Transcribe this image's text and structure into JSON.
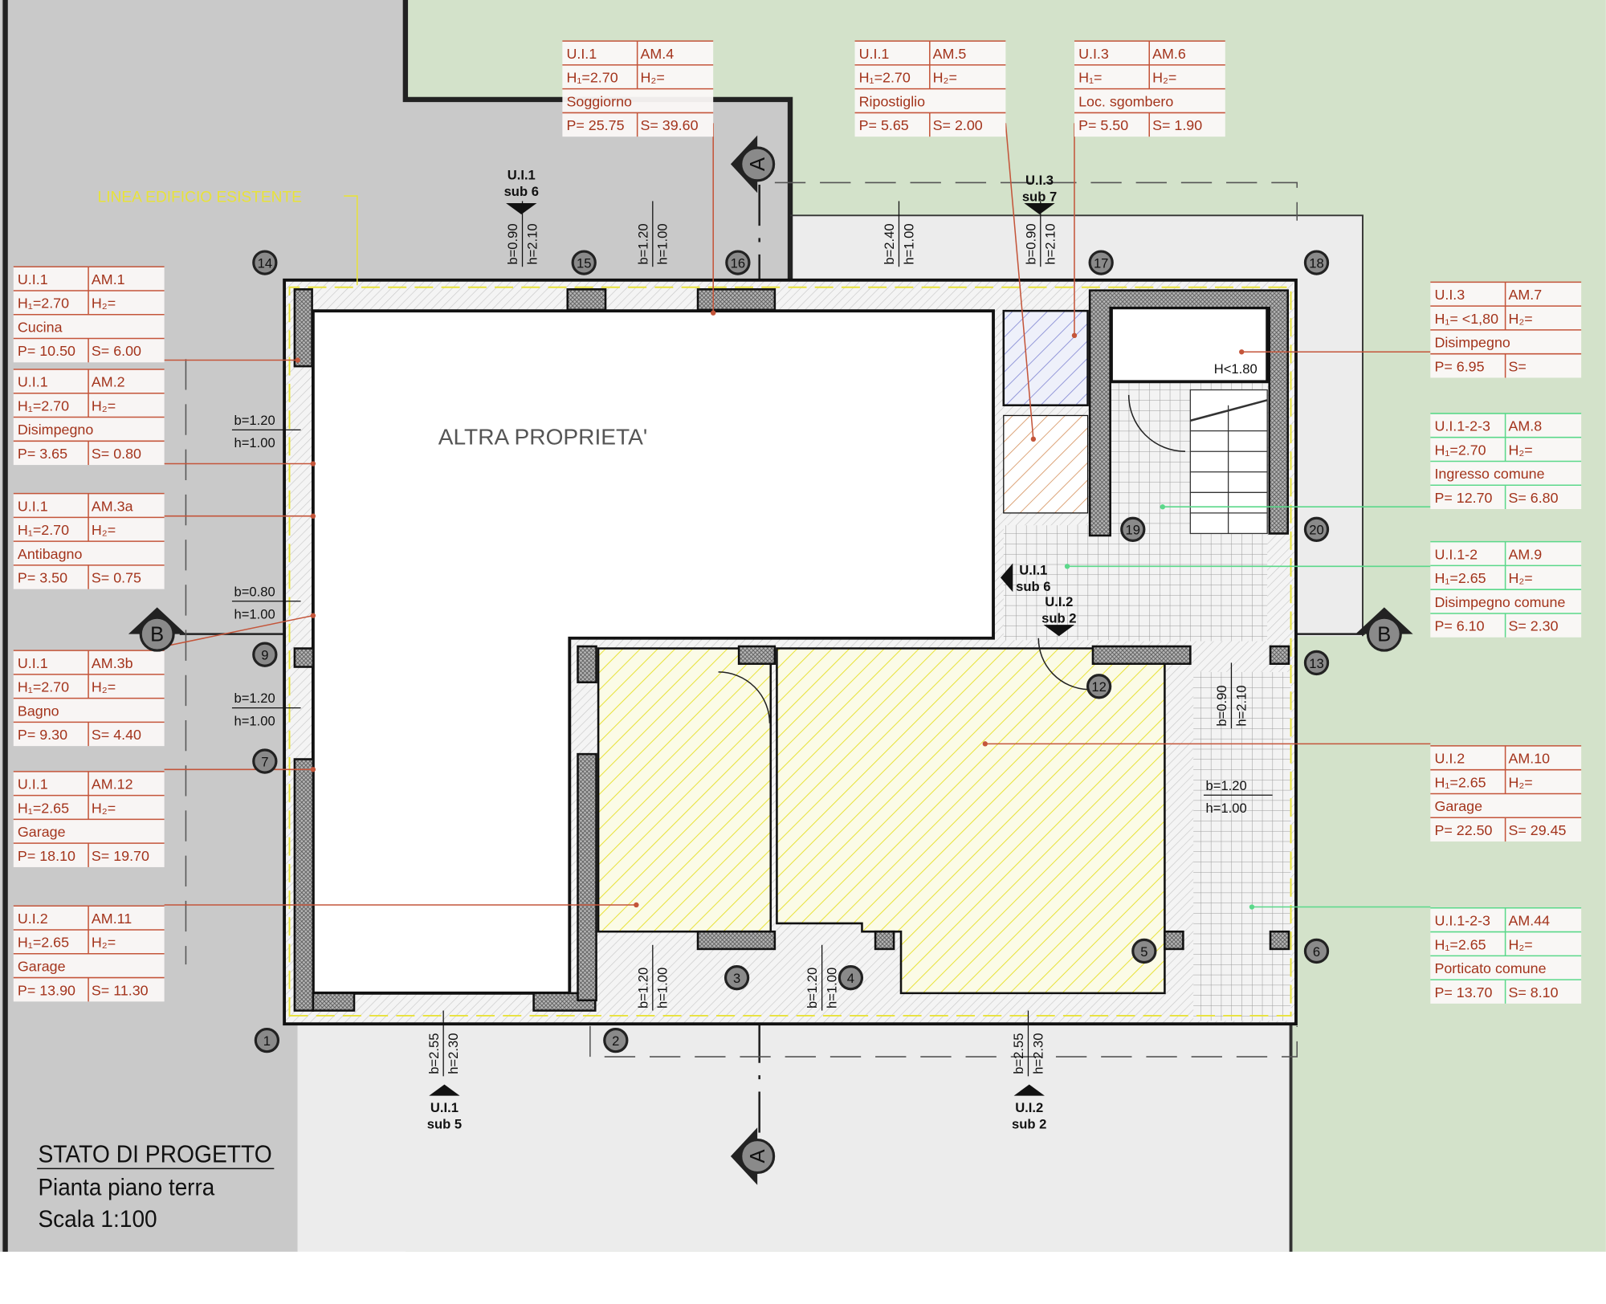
{
  "title": {
    "main": "STATO DI PROGETTO",
    "sub": "Pianta piano terra",
    "scale": "Scala 1:100"
  },
  "labels": {
    "other_property": "ALTRA PROPRIETA'",
    "existing_building_line": "LINEA EDIFICIO ESISTENTE",
    "stair_height": "H<1.80"
  },
  "colors": {
    "tag_red": "#c4553a",
    "tag_green": "#5bd88a",
    "tag_text": "#a3341c",
    "green_area": "#d3e2ca",
    "grey_area": "#c9c9c9",
    "light_area": "#ececec",
    "garage_hatch": "#e8e23a"
  },
  "room_tags": [
    {
      "ui": "U.I.1",
      "am": "AM.4",
      "h1": "H₁=2.70",
      "h2": "H₂=",
      "name": "Soggiorno",
      "p": "P= 25.75",
      "s": "S= 39.60",
      "accent": "red"
    },
    {
      "ui": "U.I.1",
      "am": "AM.5",
      "h1": "H₁=2.70",
      "h2": "H₂=",
      "name": "Ripostiglio",
      "p": "P= 5.65",
      "s": "S= 2.00",
      "accent": "red"
    },
    {
      "ui": "U.I.3",
      "am": "AM.6",
      "h1": "H₁=",
      "h2": "H₂=",
      "name": "Loc. sgombero",
      "p": "P= 5.50",
      "s": "S= 1.90",
      "accent": "red"
    },
    {
      "ui": "U.I.1",
      "am": "AM.1",
      "h1": "H₁=2.70",
      "h2": "H₂=",
      "name": "Cucina",
      "p": "P= 10.50",
      "s": "S= 6.00",
      "accent": "red"
    },
    {
      "ui": "U.I.1",
      "am": "AM.2",
      "h1": "H₁=2.70",
      "h2": "H₂=",
      "name": "Disimpegno",
      "p": "P= 3.65",
      "s": "S= 0.80",
      "accent": "red"
    },
    {
      "ui": "U.I.1",
      "am": "AM.3a",
      "h1": "H₁=2.70",
      "h2": "H₂=",
      "name": "Antibagno",
      "p": "P= 3.50",
      "s": "S= 0.75",
      "accent": "red"
    },
    {
      "ui": "U.I.1",
      "am": "AM.3b",
      "h1": "H₁=2.70",
      "h2": "H₂=",
      "name": "Bagno",
      "p": "P= 9.30",
      "s": "S= 4.40",
      "accent": "red"
    },
    {
      "ui": "U.I.1",
      "am": "AM.12",
      "h1": "H₁=2.65",
      "h2": "H₂=",
      "name": "Garage",
      "p": "P= 18.10",
      "s": "S= 19.70",
      "accent": "red"
    },
    {
      "ui": "U.I.2",
      "am": "AM.11",
      "h1": "H₁=2.65",
      "h2": "H₂=",
      "name": "Garage",
      "p": "P= 13.90",
      "s": "S= 11.30",
      "accent": "red"
    },
    {
      "ui": "U.I.3",
      "am": "AM.7",
      "h1": "H₁= <1,80",
      "h2": "H₂=",
      "name": "Disimpegno",
      "p": "P= 6.95",
      "s": "S=",
      "accent": "red"
    },
    {
      "ui": "U.I.1-2-3",
      "am": "AM.8",
      "h1": "H₁=2.70",
      "h2": "H₂=",
      "name": "Ingresso comune",
      "p": "P= 12.70",
      "s": "S= 6.80",
      "accent": "green"
    },
    {
      "ui": "U.I.1-2",
      "am": "AM.9",
      "h1": "H₁=2.65",
      "h2": "H₂=",
      "name": "Disimpegno comune",
      "p": "P= 6.10",
      "s": "S= 2.30",
      "accent": "green"
    },
    {
      "ui": "U.I.2",
      "am": "AM.10",
      "h1": "H₁=2.65",
      "h2": "H₂=",
      "name": "Garage",
      "p": "P= 22.50",
      "s": "S= 29.45",
      "accent": "red"
    },
    {
      "ui": "U.I.1-2-3",
      "am": "AM.44",
      "h1": "H₁=2.65",
      "h2": "H₂=",
      "name": "Porticato comune",
      "p": "P= 13.70",
      "s": "S= 8.10",
      "accent": "green"
    }
  ],
  "markers": [
    "1",
    "2",
    "3",
    "4",
    "5",
    "6",
    "7",
    "9",
    "12",
    "13",
    "14",
    "15",
    "16",
    "17",
    "18",
    "19",
    "20"
  ],
  "sections": [
    "A",
    "A",
    "B",
    "B"
  ],
  "unit_entries": [
    {
      "ui": "U.I.1",
      "sub": "sub 6",
      "dir": "down"
    },
    {
      "ui": "U.I.3",
      "sub": "sub 7",
      "dir": "down"
    },
    {
      "ui": "U.I.1",
      "sub": "sub 5",
      "dir": "up"
    },
    {
      "ui": "U.I.2",
      "sub": "sub 2",
      "dir": "up"
    },
    {
      "ui": "U.I.1",
      "sub": "sub 6",
      "dir": "left"
    },
    {
      "ui": "U.I.2",
      "sub": "sub 2",
      "dir": "down"
    }
  ],
  "openings_horizontal": [
    {
      "b": "b=1.20",
      "h": "h=1.00"
    },
    {
      "b": "b=0.80",
      "h": "h=1.00"
    },
    {
      "b": "b=1.20",
      "h": "h=1.00"
    },
    {
      "b": "b=1.20",
      "h": "h=1.00"
    }
  ],
  "openings_vertical": [
    {
      "b": "b=0.90",
      "h": "h=2.10"
    },
    {
      "b": "b=1.20",
      "h": "h=1.00"
    },
    {
      "b": "b=2.40",
      "h": "h=1.00"
    },
    {
      "b": "b=0.90",
      "h": "h=2.10"
    },
    {
      "b": "b=0.90",
      "h": "h=2.10"
    },
    {
      "b": "b=1.20",
      "h": "h=1.00"
    },
    {
      "b": "b=1.20",
      "h": "h=1.00"
    },
    {
      "b": "b=2.55",
      "h": "h=2.30"
    },
    {
      "b": "b=2.55",
      "h": "h=2.30"
    }
  ]
}
